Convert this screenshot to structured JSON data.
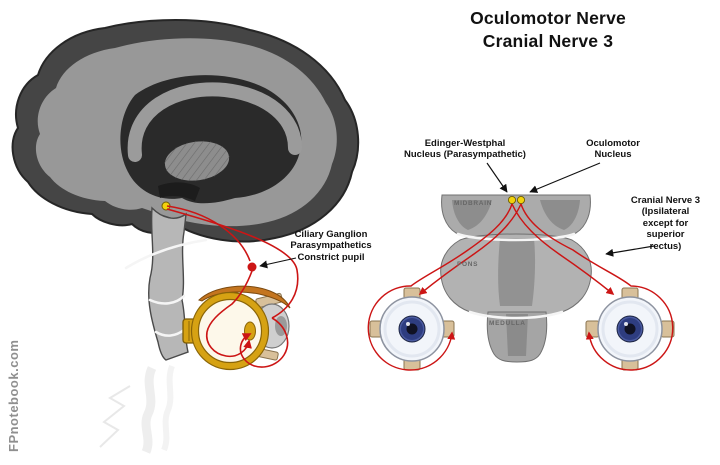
{
  "title": {
    "text": "Oculomotor Nerve\nCranial Nerve 3"
  },
  "watermark": "FPnotebook.com",
  "left_diagram": {
    "ciliary_label": "Ciliary Ganglion\nParasympathetics\nConstrict pupil"
  },
  "right_diagram": {
    "edinger_westphal_label": "Edinger-Westphal\nNucleus (Parasympathetic)",
    "oculomotor_nucleus_label": "Oculomotor\nNucleus",
    "cranial_nerve_label": "Cranial Nerve 3\n(Ipsilateral\nexcept for\nsuperior\nrectus)",
    "regions": {
      "midbrain": "MIDBRAIN",
      "pons": "PONS",
      "medulla": "MEDULLA"
    }
  },
  "colors": {
    "nerve_red": "#cc1515",
    "nucleus_yellow": "#f2d20c",
    "eye_gold": "#d6a213",
    "eye_gold_dark": "#7d5c06",
    "muscle_tan": "#d8c09a",
    "muscle_orange": "#c4751f",
    "iris_blue": "#2e3d80",
    "brain_dark": "#454545",
    "brain_mid": "#989898",
    "brain_deep": "#2a2a2a",
    "stem_light": "#b7b7b7",
    "brainstem_gray": "#ababab",
    "region_text": "#676767",
    "watermark_gray": "#8f8f8f"
  }
}
